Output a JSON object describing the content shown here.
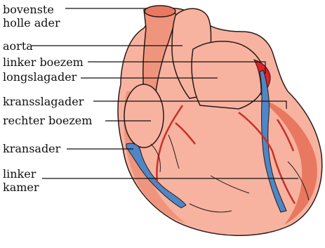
{
  "labels": {
    "vena_cava_line1": "bovenste",
    "vena_cava_line2": "holle ader",
    "aorta": "aorta",
    "left_atrium": "linker boezem",
    "pulmonary_artery": "longslagader",
    "coronary_artery": "kransslagader",
    "right_atrium": "rechter boezem",
    "coronary_vein": "kransader",
    "left_ventricle_line1": "linker",
    "left_ventricle_line2": "kamer"
  },
  "colors": {
    "heart_light": "#f7b3a0",
    "heart_mid": "#f0957d",
    "heart_dark": "#e8785f",
    "artery_red": "#e3202a",
    "vein_blue": "#4f86c6",
    "outline": "#2a1a17"
  }
}
